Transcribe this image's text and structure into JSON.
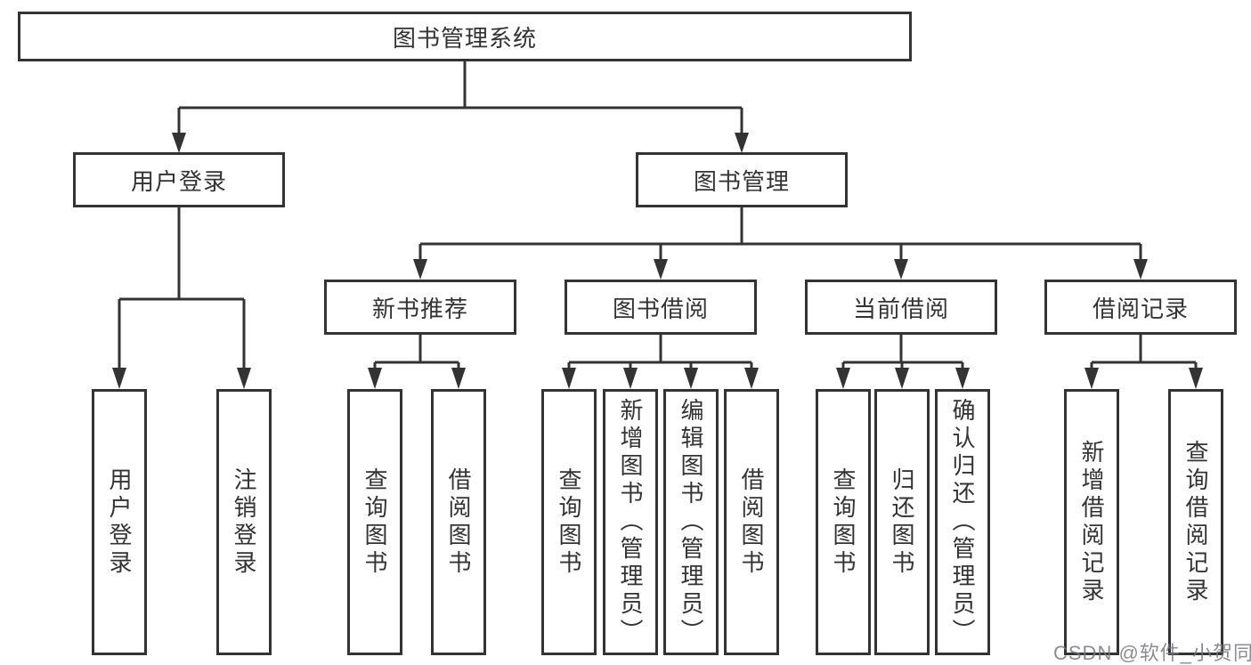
{
  "diagram": {
    "root": {
      "label": "图书管理系统"
    },
    "branches": [
      {
        "label": "用户登录",
        "children": [
          {
            "label": "用户登录"
          },
          {
            "label": "注销登录"
          }
        ]
      },
      {
        "label": "图书管理",
        "children": [
          {
            "label": "新书推荐",
            "children": [
              {
                "label": "查询图书"
              },
              {
                "label": "借阅图书"
              }
            ]
          },
          {
            "label": "图书借阅",
            "children": [
              {
                "label": "查询图书"
              },
              {
                "label": "新增图书（管理员）"
              },
              {
                "label": "编辑图书（管理员）"
              },
              {
                "label": "借阅图书"
              }
            ]
          },
          {
            "label": "当前借阅",
            "children": [
              {
                "label": "查询图书"
              },
              {
                "label": "归还图书"
              },
              {
                "label": "确认归还（管理员）"
              }
            ]
          },
          {
            "label": "借阅记录",
            "children": [
              {
                "label": "新增借阅记录"
              },
              {
                "label": "查询借阅记录"
              }
            ]
          }
        ]
      }
    ]
  },
  "watermark": {
    "text": "CSDN @软件_小贺同学"
  },
  "colors": {
    "line": "#333333",
    "box_fill": "#ffffff",
    "text": "#333333",
    "watermark": "#787880"
  }
}
